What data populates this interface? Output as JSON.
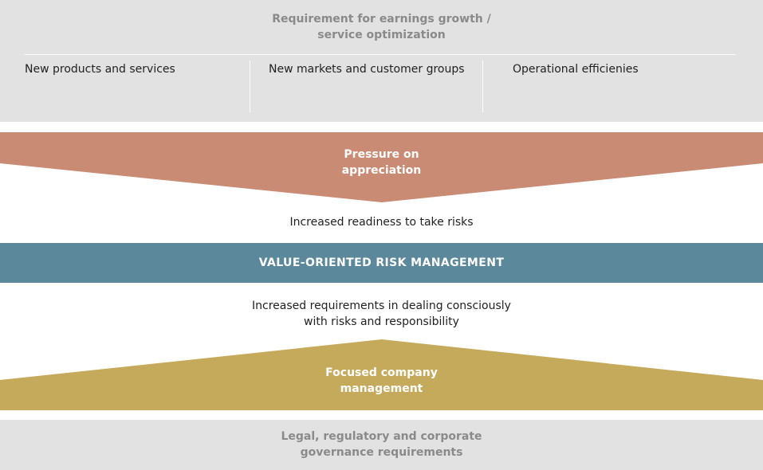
{
  "top": {
    "title_line1": "Requirement for earnings growth /",
    "title_line2": "service optimization",
    "columns": [
      "New products and services",
      "New markets and customer groups",
      "Operational efficienies"
    ]
  },
  "pressure": {
    "line1": "Pressure on",
    "line2": "appreciation"
  },
  "risk_readiness": "Increased readiness to take risks",
  "band": {
    "label": "VALUE-ORIENTED RISK MANAGEMENT"
  },
  "requirements": {
    "line1": "Increased requirements in dealing consciously",
    "line2": "with risks and responsibility"
  },
  "focused": {
    "line1": "Focused company",
    "line2": "management"
  },
  "bottom": {
    "line1": "Legal, regulatory and corporate",
    "line2": "governance requirements"
  },
  "colors": {
    "grey_block": "#e1e2e1",
    "grey_text": "#8a8a8a",
    "pressure_shape": "#c98b73",
    "band": "#5b899b",
    "focused_shape": "#c6aa5c"
  }
}
